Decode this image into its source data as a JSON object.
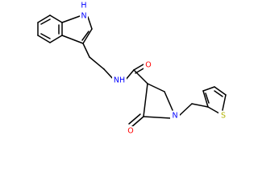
{
  "molecule": {
    "atom_colors": {
      "N": "#0000ff",
      "O": "#ff0000",
      "S": "#b2b200"
    },
    "labels": {
      "indole_nh": {
        "element": "N",
        "text": "N",
        "hydrogen": "H"
      },
      "amide_nh": {
        "element": "N",
        "text": "NH"
      },
      "amide_o": {
        "element": "O",
        "text": "O"
      },
      "lactam_o": {
        "element": "O",
        "text": "O"
      },
      "pyrrolidine_n": {
        "element": "N",
        "text": "N"
      },
      "thiophene_s": {
        "element": "S",
        "text": "S"
      }
    }
  }
}
